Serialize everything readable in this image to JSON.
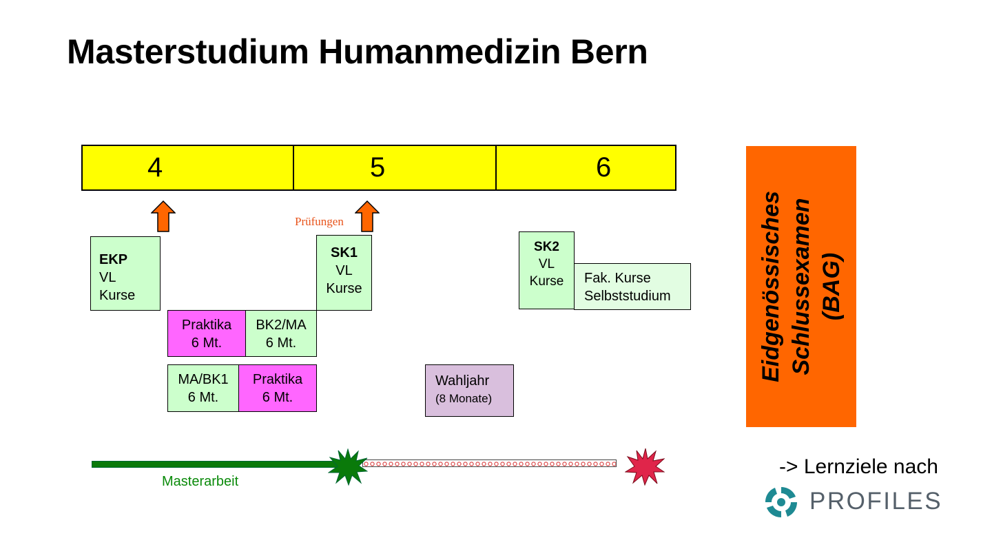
{
  "title": "Masterstudium Humanmedizin Bern",
  "semesters": [
    "4",
    "5",
    "6"
  ],
  "pruefungen_label": "Prüfungen",
  "boxes": {
    "ekp": {
      "heading": "EKP",
      "line1": "VL",
      "line2": "Kurse"
    },
    "sk1": {
      "heading": "SK1",
      "line1": "VL",
      "line2": "Kurse"
    },
    "sk2": {
      "heading": "SK2",
      "line1": "VL",
      "line2": "Kurse"
    },
    "fak": {
      "line1": "Fak. Kurse",
      "line2": "Selbststudium"
    },
    "praktika_1": {
      "line1": "Praktika",
      "line2": "6 Mt."
    },
    "bk2ma": {
      "line1": "BK2/MA",
      "line2": "6 Mt."
    },
    "mabk1": {
      "line1": "MA/BK1",
      "line2": "6 Mt."
    },
    "praktika_2": {
      "line1": "Praktika",
      "line2": "6 Mt."
    },
    "wahljahr": {
      "line1": "Wahljahr",
      "line2": "(8 Monate)"
    }
  },
  "masterarbeit_label": "Masterarbeit",
  "exam": {
    "line1": "Eidgenössisches",
    "line2": "Schlussexamen",
    "line3": "(BAG)"
  },
  "lernziele": "-> Lernziele nach",
  "profiles": "PROFILES",
  "colors": {
    "semester": "#ffff00",
    "course_green": "#ccffcc",
    "praktika_pink": "#ff66ff",
    "wahljahr_lilac": "#d9bfdd",
    "exam_orange": "#ff6600",
    "arrow_orange": "#ff6600",
    "masterarbeit_green": "#0a7a0a",
    "burst_red": "#e0254a"
  },
  "icons": [
    "up-arrow-icon",
    "green-burst-icon",
    "red-burst-icon",
    "profiles-logo-icon"
  ]
}
